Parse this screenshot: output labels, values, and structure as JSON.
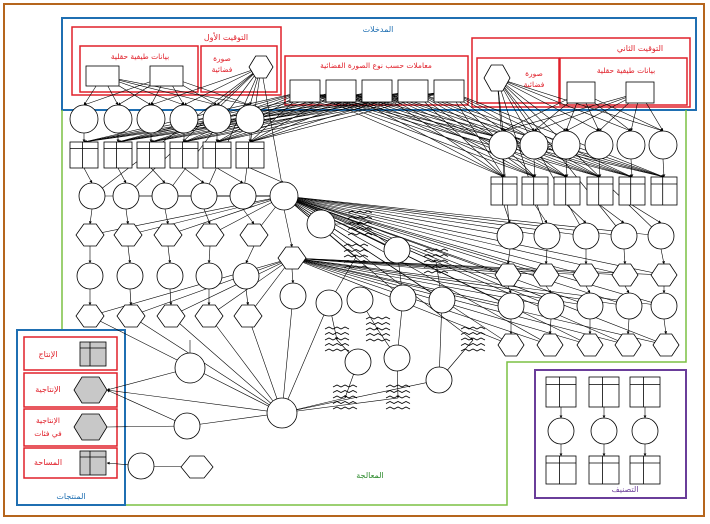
{
  "colors": {
    "outer": "#b5651d",
    "inputs": "#1f6fb2",
    "processing": "#7bc043",
    "products": "#1f6fb2",
    "classification": "#6a3d9a",
    "group": "#e0202a",
    "stroke": "#000000",
    "fill_gray": "#c8c8c8"
  },
  "labels": {
    "inputs": "المدخلات",
    "time1": "التوقيت الأول",
    "time2": "التوقيت الثاني",
    "field_data": "بيانات طيفية حقلية",
    "satellite_image_l1": "صورة",
    "satellite_image_l2": "فضائية",
    "coefficients": "معاملات حسب نوع الصورة الفضائية",
    "processing": "المعالجة",
    "classification": "التصنيف",
    "products": "المنتجات"
  },
  "products": [
    {
      "label": "الإنتاج",
      "icon": "table-gray-icon"
    },
    {
      "label": "الإنتاجية",
      "icon": "hexagon-gray-icon"
    },
    {
      "label": "الإنتاجية في فئات",
      "icon": "hexagon-gray-icon"
    },
    {
      "label": "المساحة",
      "icon": "table-gray-icon"
    }
  ]
}
